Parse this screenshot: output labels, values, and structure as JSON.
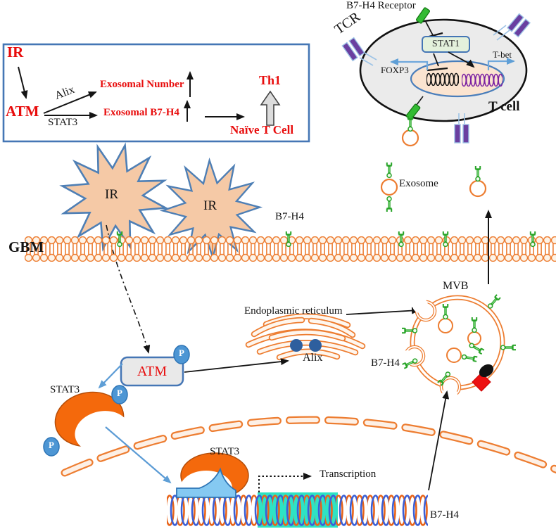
{
  "figure": {
    "type": "signaling-pathway-diagram"
  },
  "colors": {
    "highlight_red": "#e80c0c",
    "membrane_orange": "#ed7d31",
    "receptor_green": "#28a428",
    "accent_blue": "#4576b5",
    "phospho_blue": "#4d96d4",
    "dna_orange": "#e8641a",
    "dna_blue": "#3b5fd6",
    "gene_highlight_cyan": "#2ee3c4",
    "tcr_purple": "#6a3fa0",
    "stat3_orange": "#f4690c"
  },
  "inset": {
    "ir": "IR",
    "atm": "ATM",
    "alix": "Alix",
    "stat3": "STAT3",
    "exosomal_number": "Exosomal Number",
    "exosomal_b7h4": "Exosomal B7-H4",
    "th1": "Th1",
    "naive_t_cell": "Naïve T Cell"
  },
  "t_cell": {
    "receptor_label": "B7-H4 Receptor",
    "tcr": "TCR",
    "stat1": "STAT1",
    "foxp3": "FOXP3",
    "tbet": "T-bet",
    "name": "T cell"
  },
  "cytoplasm": {
    "ir_burst_1": "IR",
    "ir_burst_2": "IR",
    "gbm": "GBM",
    "b7h4_membrane": "B7-H4",
    "exosome": "Exosome",
    "er": "Endoplasmic reticulum",
    "alix": "Alix",
    "atm": "ATM",
    "phospho": "P",
    "stat3": "STAT3",
    "mvb": "MVB",
    "b7h4_mvb": "B7-H4"
  },
  "nucleus": {
    "stat3": "STAT3",
    "transcription": "Transcription",
    "b7h4_gene": "B7-H4"
  }
}
